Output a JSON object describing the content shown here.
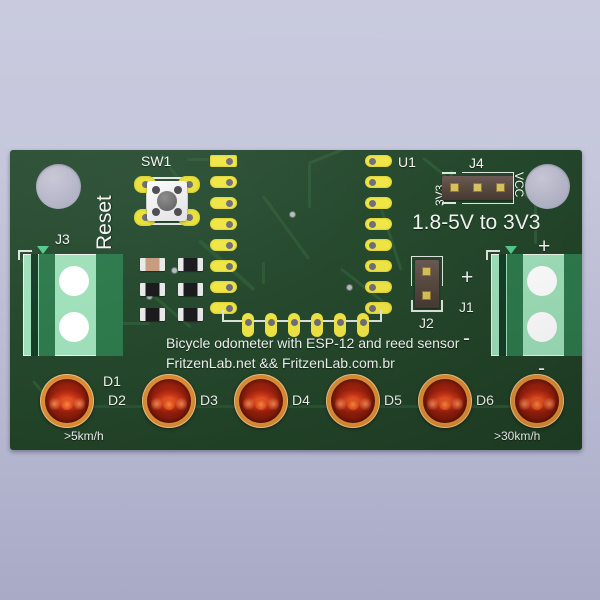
{
  "board": {
    "name": "bicycle-odometer-pcb",
    "colors": {
      "solder_mask": "#234529",
      "silkscreen": "#f2f5f2",
      "pad_gold": "#f0e646",
      "trace": "#2f5a37",
      "led_red": "#b82b12",
      "led_ring": "#e39338",
      "terminal_green": "#9fe0ba",
      "header_brown": "#56473f",
      "background_top": "#c9cade",
      "background_bottom": "#a9aac6"
    }
  },
  "silkscreen": {
    "title_line1": "Bicycle odometer with ESP-12 and reed sensor",
    "title_line2": "FritzenLab.net && FritzenLab.com.br",
    "regulator_note": "1.8-5V to 3V3",
    "reset_label": "Reset",
    "switch_ref": "SW1",
    "ic_ref": "U1",
    "header_j4_ref": "J4",
    "header_j4_pin_left": "3V3",
    "header_j4_pin_right": "VCC",
    "header_j2_ref": "J2",
    "terminal_j3_ref": "J3",
    "terminal_j1_ref": "J1",
    "terminal_j1_plus_top": "+",
    "terminal_j1_plus_inner": "+",
    "terminal_j1_minus_inner": "-",
    "terminal_j1_minus_bottom": "-",
    "led_speed_min": ">5km/h",
    "led_speed_max": ">30km/h"
  },
  "leds": [
    {
      "ref": "D1",
      "speed": ">5km/h"
    },
    {
      "ref": "D2",
      "speed": ""
    },
    {
      "ref": "D3",
      "speed": ""
    },
    {
      "ref": "D4",
      "speed": ""
    },
    {
      "ref": "D5",
      "speed": ""
    },
    {
      "ref": "D6",
      "speed": ">30km/h"
    }
  ],
  "components": {
    "tact_switch": {
      "ref": "SW1",
      "pads": 4
    },
    "esp12_footprint": {
      "ref": "U1",
      "left_pads": 8,
      "right_pads": 8,
      "bottom_pads": 6
    },
    "smd_parts": [
      {
        "index": 1,
        "type": "resistor-tan"
      },
      {
        "index": 2,
        "type": "black"
      },
      {
        "index": 3,
        "type": "black"
      },
      {
        "index": 4,
        "type": "black"
      },
      {
        "index": 5,
        "type": "black"
      },
      {
        "index": 6,
        "type": "black"
      }
    ],
    "header_j4": {
      "ref": "J4",
      "pins": 3
    },
    "header_j2": {
      "ref": "J2",
      "pins": 2
    },
    "terminal_j3": {
      "ref": "J3",
      "poles": 2
    },
    "terminal_j1": {
      "ref": "J1",
      "poles": 2
    },
    "mounting_holes": 2
  }
}
